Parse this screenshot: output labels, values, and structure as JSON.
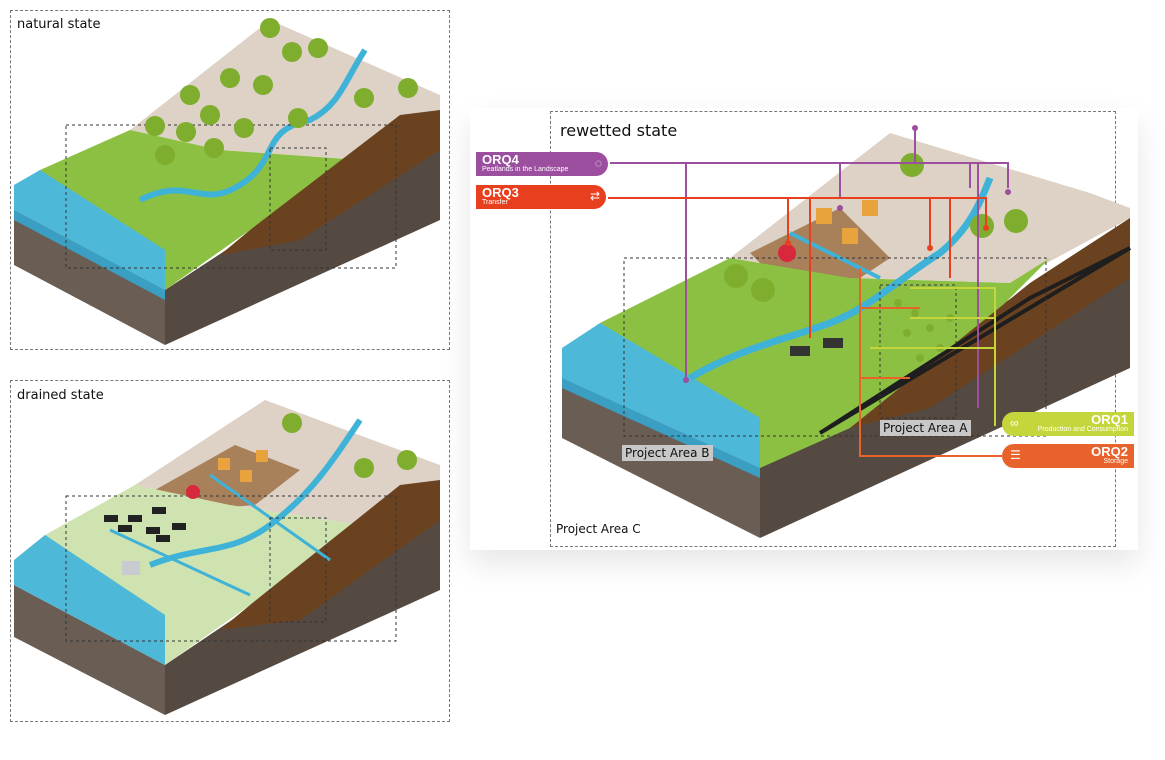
{
  "panels": {
    "natural": {
      "title": "natural state"
    },
    "drained": {
      "title": "drained state"
    },
    "rewetted": {
      "title": "rewetted state",
      "areas": {
        "a": "Project Area A",
        "b": "Project Area B",
        "c": "Project Area C"
      }
    }
  },
  "orq": [
    {
      "code": "ORQ4",
      "label": "Peatlands in the Landscape",
      "color": "#9b4f9e",
      "icon": "pin-icon"
    },
    {
      "code": "ORQ3",
      "label": "Transfer",
      "color": "#e8401e",
      "icon": "transfer-icon"
    },
    {
      "code": "ORQ1",
      "label": "Production and Consumption",
      "color": "#c5d63c",
      "icon": "cycle-icon"
    },
    {
      "code": "ORQ2",
      "label": "Storage",
      "color": "#e8632b",
      "icon": "storage-icon"
    }
  ],
  "colors": {
    "water": "#4db8d8",
    "grass": "#8cc043",
    "soil_side": "#6d5d50",
    "peat": "#6b4220",
    "upland": "#ded2c7",
    "field": "#a8805a",
    "tree": "#7fae2e"
  }
}
